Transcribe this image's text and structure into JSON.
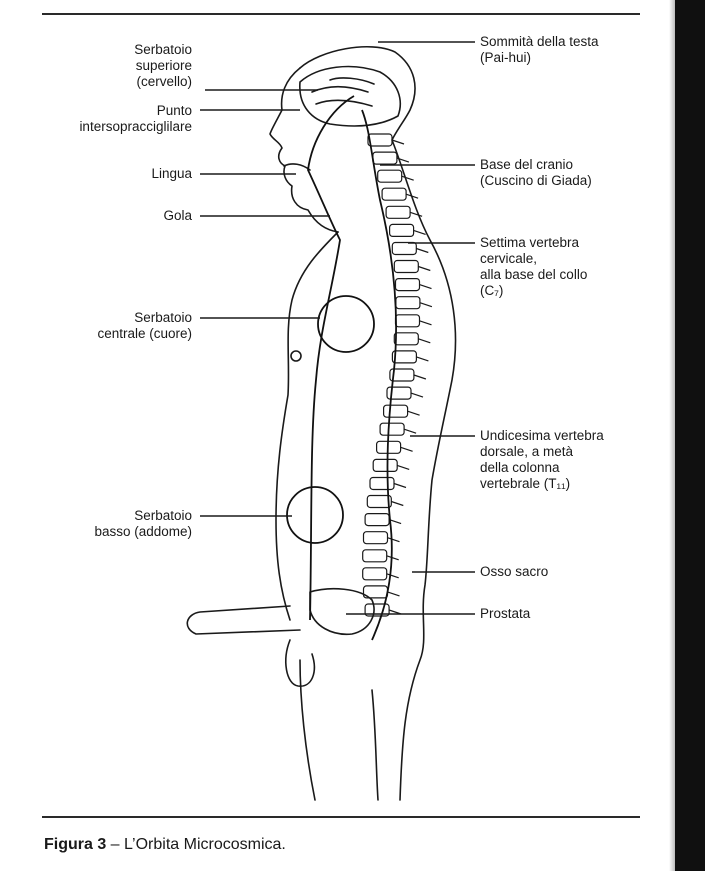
{
  "labels_left": [
    {
      "id": "serbatoio-superiore",
      "text": "Serbatoio\nsuperiore\n(cervello)"
    },
    {
      "id": "punto-intersopraccigliare",
      "text": "Punto\nintersopracciglilare"
    },
    {
      "id": "lingua",
      "text": "Lingua"
    },
    {
      "id": "gola",
      "text": "Gola"
    },
    {
      "id": "serbatoio-centrale",
      "text": "Serbatoio\ncentrale (cuore)"
    },
    {
      "id": "serbatoio-basso",
      "text": "Serbatoio\nbasso (addome)"
    }
  ],
  "labels_right": [
    {
      "id": "sommita-testa",
      "text": "Sommità della testa\n(Pai-hui)"
    },
    {
      "id": "base-cranio",
      "text": "Base del cranio\n(Cuscino di Giada)"
    },
    {
      "id": "settima-vertebra",
      "text": "Settima vertebra\ncervicale,\nalla base del collo\n(C₇)"
    },
    {
      "id": "undicesima-vertebra",
      "text": "Undicesima vertebra\ndorsale, a metà\ndella colonna\nvertebrale (T₁₁)"
    },
    {
      "id": "osso-sacro",
      "text": "Osso sacro"
    },
    {
      "id": "prostata",
      "text": "Prostata"
    }
  ],
  "caption": {
    "figure": "Figura 3",
    "separator": " – ",
    "title": "L’Orbita Microcosmica."
  }
}
